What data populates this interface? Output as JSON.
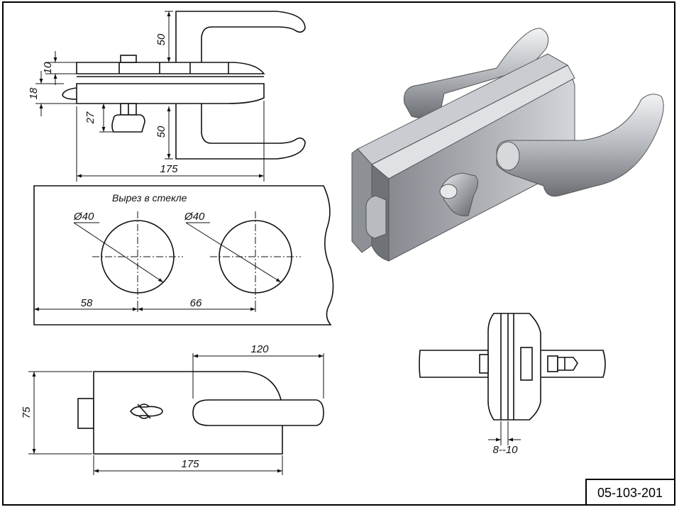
{
  "drawing_code": "05-103-201",
  "glass_cutout_caption": "Вырез в стекле",
  "side_view": {
    "dim_handle_top": "50",
    "dim_plate": "10",
    "dim_glass": "18",
    "dim_knob": "27",
    "dim_handle_bottom": "50",
    "dim_total_length": "175"
  },
  "glass_cutout": {
    "hole_left": "Ø40",
    "hole_right": "Ø40",
    "dim_edge_to_hole": "58",
    "dim_hole_to_hole": "66"
  },
  "front_view": {
    "dim_handle": "120",
    "dim_height": "75",
    "dim_length": "175"
  },
  "end_view": {
    "dim_glass_thickness": "8--10"
  },
  "colors": {
    "line": "#111111",
    "metal_dark": "#6f7378",
    "metal_mid": "#a3a7ab",
    "metal_light": "#dcdfe2"
  }
}
